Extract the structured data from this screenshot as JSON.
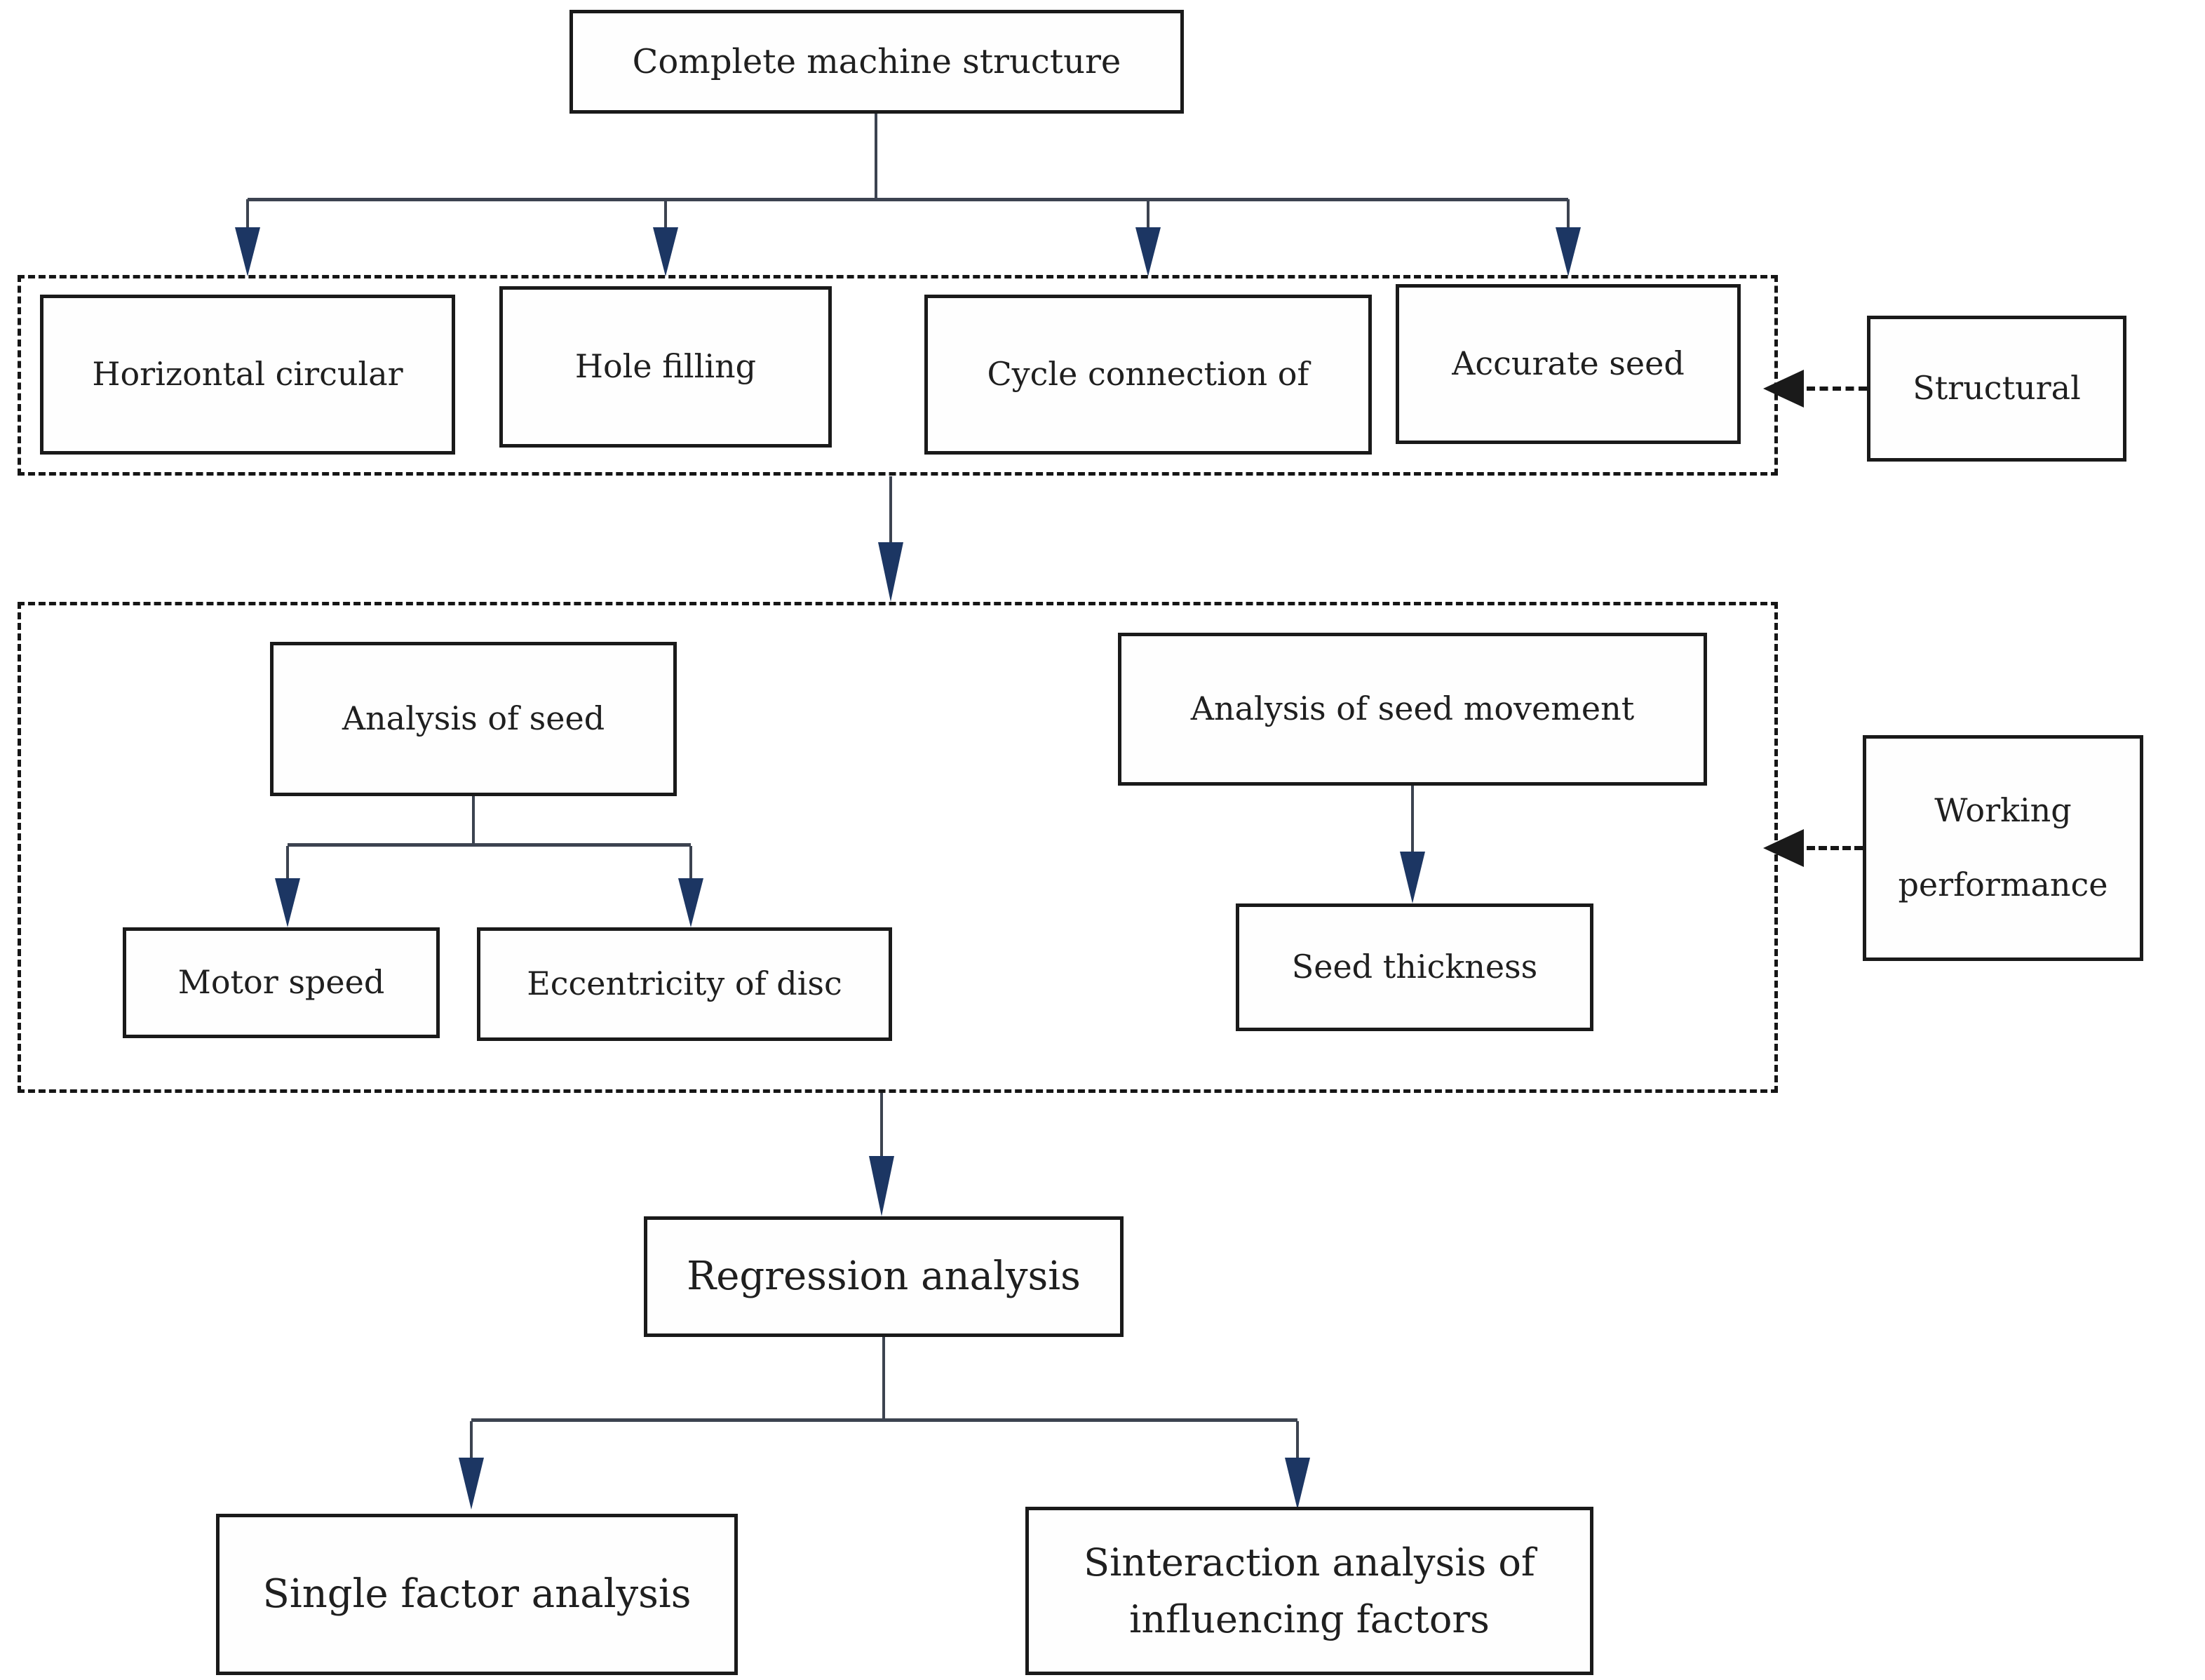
{
  "nodes": {
    "complete_machine_structure": "Complete machine structure",
    "horizontal_circular": "Horizontal circular",
    "hole_filling": "Hole filling",
    "cycle_connection_of": "Cycle connection of",
    "accurate_seed": "Accurate seed",
    "structural": "Structural",
    "analysis_of_seed": "Analysis of seed",
    "motor_speed": "Motor speed",
    "eccentricity_of_disc": "Eccentricity of disc",
    "analysis_of_seed_movement": "Analysis of seed movement",
    "seed_thickness": "Seed thickness",
    "working_performance": "Working performance",
    "regression_analysis": "Regression analysis",
    "single_factor_analysis": "Single factor analysis",
    "interaction_analysis_of_influencing_factors": "Sinteraction analysis of influencing factors"
  },
  "colors": {
    "arrow": "#1c3663",
    "line": "#3c4350",
    "border": "#1a1a1a",
    "dash": "#161616",
    "text": "#1f1f1f",
    "background": "#ffffff"
  }
}
